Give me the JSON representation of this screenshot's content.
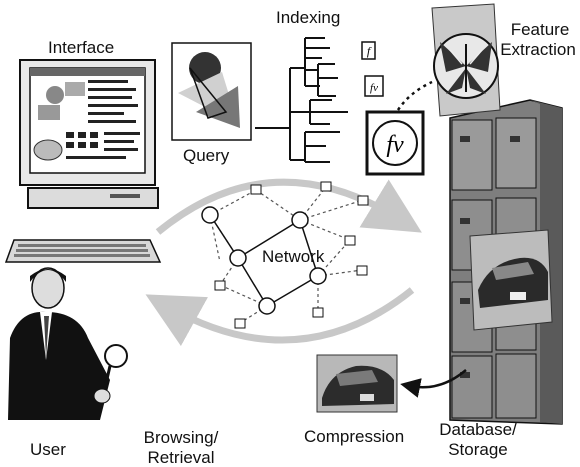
{
  "labels": {
    "interface": "Interface",
    "indexing": "Indexing",
    "feature_extraction_1": "Feature",
    "feature_extraction_2": "Extraction",
    "query": "Query",
    "network": "Network",
    "user": "User",
    "browsing_1": "Browsing/",
    "browsing_2": "Retrieval",
    "compression": "Compression",
    "database_1": "Database/",
    "database_2": "Storage"
  },
  "symbols": {
    "feature_vector": "fv",
    "small_f1": "f",
    "small_f2": "fv"
  },
  "colors": {
    "ink": "#111111",
    "arrow_gray": "#c8c8c8",
    "cabinet": "#8c8c8c",
    "cabinet_dark": "#5a5a5a"
  }
}
